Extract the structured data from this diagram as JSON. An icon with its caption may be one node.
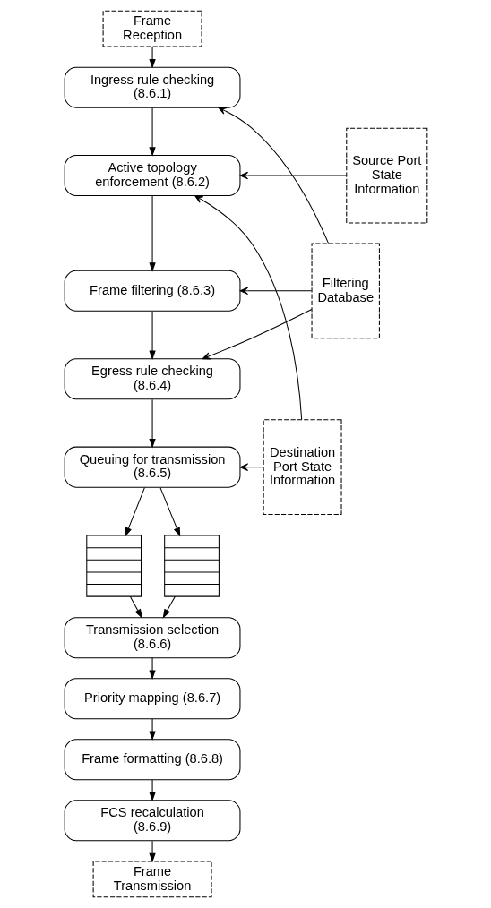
{
  "diagram": {
    "nodes": [
      {
        "text": [
          "Frame Reception"
        ]
      },
      {
        "text": [
          "Source Port State Information"
        ]
      },
      {
        "text": [
          "Ingress rule checking (8.6.1)"
        ]
      },
      {
        "text": [
          "Filtering Database"
        ]
      },
      {
        "text": [
          "Active topology enforcement (8.6.2)"
        ]
      },
      {
        "text": [
          "Destination Port State Information"
        ]
      },
      {
        "text": [
          "Frame filtering (8.6.3)"
        ]
      },
      {
        "text": [
          "Egress rule checking (8.6.4)"
        ]
      },
      {
        "text": [
          "Queuing for transmission (8.6.5)"
        ]
      },
      {
        "text": [],
        "shape": "box"
      },
      {
        "text": [],
        "shape": "box"
      },
      {
        "text": [
          "Transmission selection (8.6.6)"
        ]
      },
      {
        "text": [
          "Priority mapping (8.6.7)"
        ]
      },
      {
        "text": [
          "Frame formatting (8.6.8)"
        ]
      },
      {
        "text": [
          "FCS recalculation (8.6.9)"
        ]
      },
      {
        "text": [
          "Frame Transmission"
        ]
      }
    ],
    "edges": [
      {
        "from": 0,
        "to": 2,
        "arrow": "to"
      },
      {
        "from": 3,
        "to": 2,
        "arrow": "to"
      },
      {
        "from": 2,
        "to": 4,
        "arrow": "to"
      },
      {
        "from": 1,
        "to": 4,
        "arrow": "to"
      },
      {
        "from": 5,
        "to": 4,
        "arrow": "to"
      },
      {
        "from": 4,
        "to": 6,
        "arrow": "to"
      },
      {
        "from": 3,
        "to": 6,
        "arrow": "to"
      },
      {
        "from": 6,
        "to": 7,
        "arrow": "to"
      },
      {
        "from": 3,
        "to": 7,
        "arrow": "to"
      },
      {
        "from": 7,
        "to": 8,
        "arrow": "to"
      },
      {
        "from": 5,
        "to": 8,
        "arrow": "to"
      },
      {
        "from": 8,
        "to": 9,
        "arrow": "to"
      },
      {
        "from": 8,
        "to": 10,
        "arrow": "to"
      },
      {
        "from": 9,
        "to": 11,
        "arrow": "to"
      },
      {
        "from": 10,
        "to": 11,
        "arrow": "to"
      },
      {
        "from": 11,
        "to": 12,
        "arrow": "to"
      },
      {
        "from": 12,
        "to": 13,
        "arrow": "to"
      },
      {
        "from": 13,
        "to": 14,
        "arrow": "to"
      },
      {
        "from": 14,
        "to": 15,
        "arrow": "to"
      }
    ]
  }
}
